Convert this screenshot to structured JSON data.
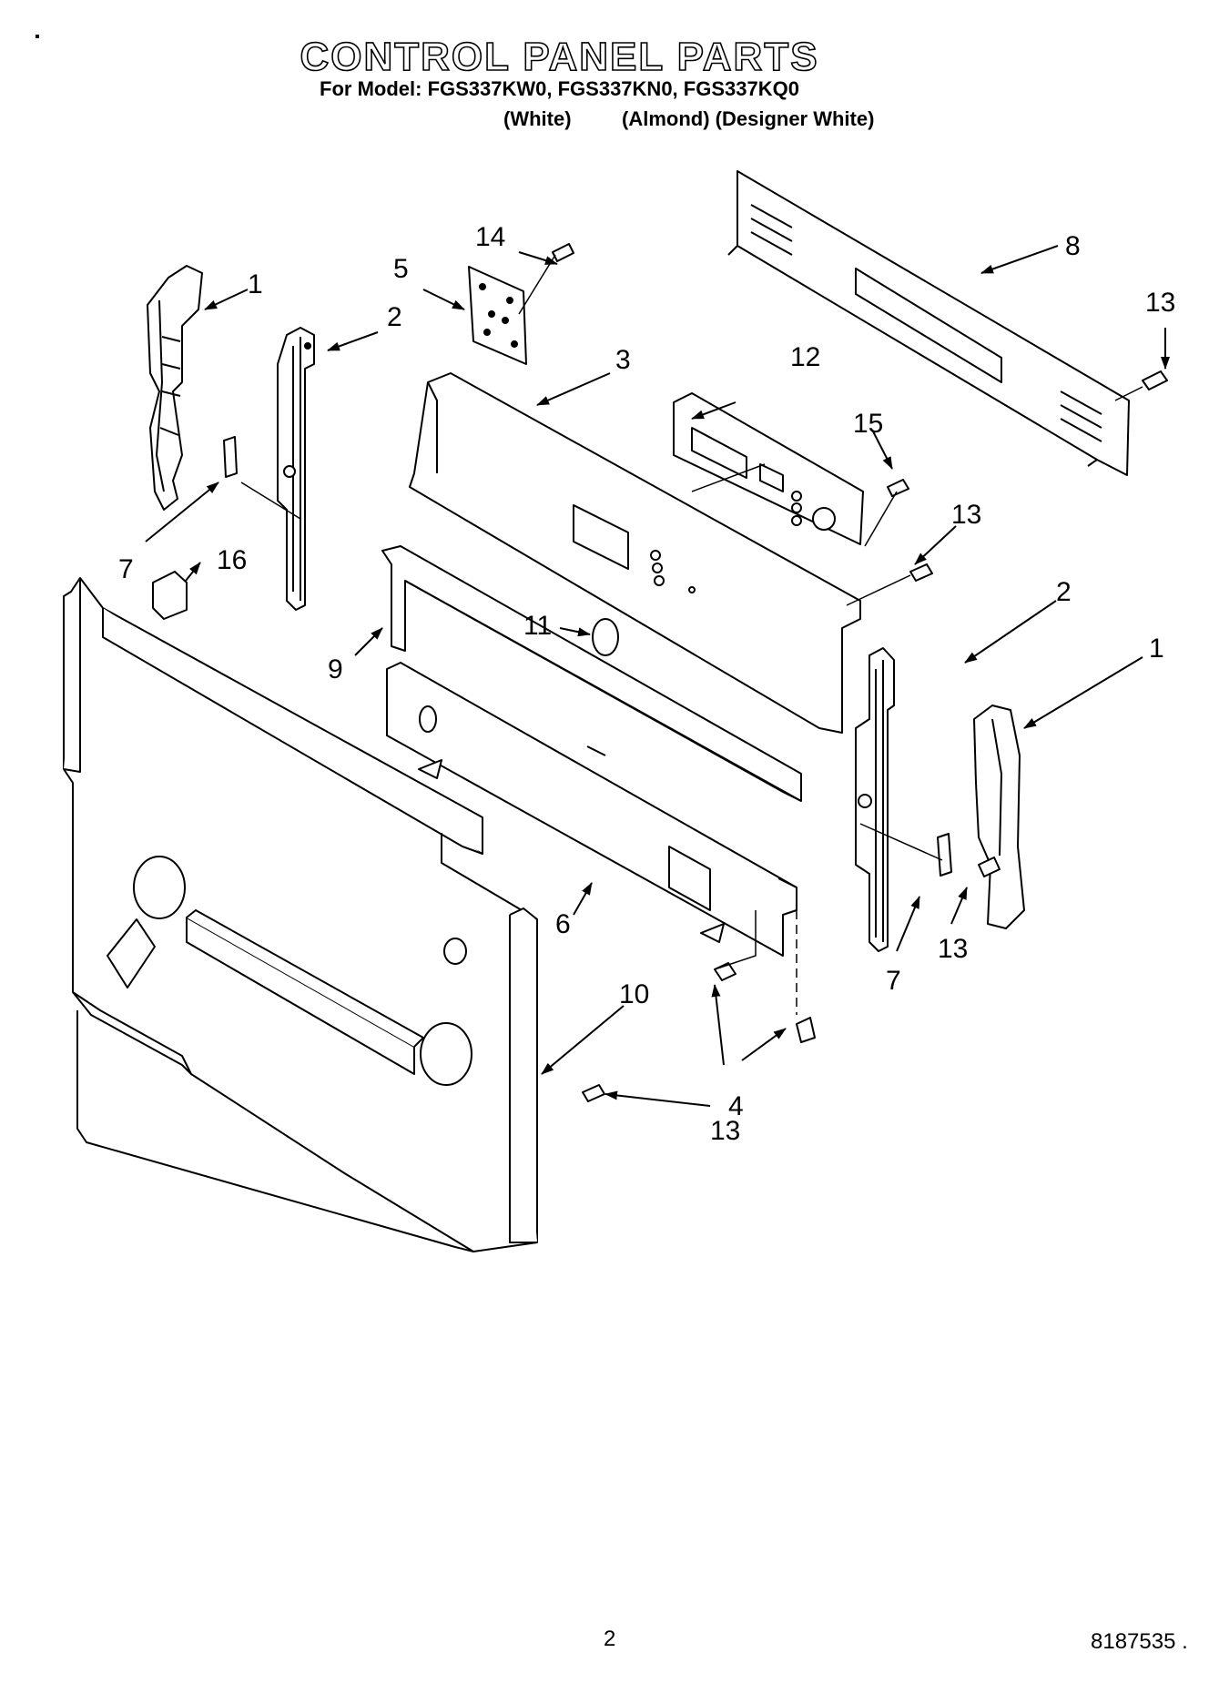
{
  "header": {
    "title": "CONTROL PANEL PARTS",
    "model_line": "For Model: FGS337KW0, FGS337KN0, FGS337KQ0",
    "variant_white": "(White)",
    "variant_almond_designer": "(Almond) (Designer White)"
  },
  "callouts": {
    "c1_left": "1",
    "c1_right": "1",
    "c2_left": "2",
    "c2_right": "2",
    "c3": "3",
    "c4": "4",
    "c5": "5",
    "c6": "6",
    "c7_left": "7",
    "c7_right": "7",
    "c8": "8",
    "c9": "9",
    "c10": "10",
    "c11": "11",
    "c12": "12",
    "c13_top_right": "13",
    "c13_mid": "13",
    "c13_right_low": "13",
    "c13_bottom": "13",
    "c14": "14",
    "c15": "15",
    "c16": "16"
  },
  "footer": {
    "page_number": "2",
    "document_number": "8187535 ."
  }
}
